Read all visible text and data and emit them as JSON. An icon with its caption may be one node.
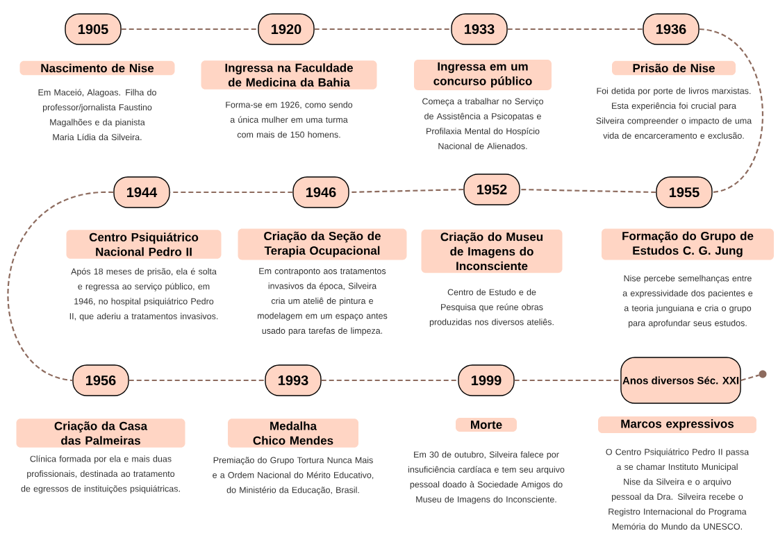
{
  "diagram": {
    "nodes": [
      {
        "text": [
          "1905"
        ]
      },
      {
        "text": [
          "1920"
        ]
      },
      {
        "text": [
          "1933"
        ]
      },
      {
        "text": [
          "1936"
        ]
      },
      {
        "text": [
          "Nascimento de Nise"
        ],
        "beside": [
          "Em Maceió, Alagoas. Filha do professor/jornalista Faustino Magalhões e da pianista Maria Lídia da Silveira."
        ]
      },
      {
        "text": [
          "Ingressa na Faculdade de Medicina da Bahia"
        ],
        "beside": [
          "Forma-se em 1926, como sendo a única mulher em uma turma com mais de 150 homens."
        ]
      },
      {
        "text": [
          "Ingressa em um concurso público"
        ],
        "beside": [
          "Começa a trabalhar no Serviço de Assistência a Psicopatas e Profilaxia Mental do Hospício Nacional de Alienados."
        ]
      },
      {
        "text": [
          "Prisão de Nise"
        ],
        "beside": [
          "Foi detida por porte de livros marxistas. Esta experiência foi crucial para Silveira compreender o impacto de uma vida de encarceramento e exclusão."
        ]
      },
      {
        "text": [
          "1944"
        ]
      },
      {
        "text": [
          "1946"
        ]
      },
      {
        "text": [
          "1952"
        ]
      },
      {
        "text": [
          "1955"
        ]
      },
      {
        "text": [
          "Centro Psiquiátrico Nacional Pedro II"
        ],
        "beside": [
          "Após 18 meses de prisão, ela é solta e regressa ao serviço público, em 1946, no hospital psiquiátrico Pedro II, que aderiu a tratamentos invasivos."
        ]
      },
      {
        "text": [
          "Criação da Seção de Terapia Ocupacional"
        ],
        "beside": [
          "Em contraponto aos tratamentos invasivos da época, Silveira cria um ateliê de pintura e modelagem em um espaço antes usado para tarefas de limpeza."
        ]
      },
      {
        "text": [
          "Criação do Museu de Imagens do Inconsciente"
        ],
        "beside": [
          "Centro de Estudo e de Pesquisa que reúne obras produzidas nos diversos ateliês."
        ]
      },
      {
        "text": [
          "Formação do Grupo de Estudos C. G. Jung"
        ],
        "beside": [
          "Nise percebe semelhanças entre a expressividade dos pacientes e a teoria junguiana e cria o grupo para aprofundar seus estudos."
        ]
      },
      {
        "text": [
          "1956"
        ]
      },
      {
        "text": [
          "1993"
        ]
      },
      {
        "text": [
          "1999"
        ]
      },
      {
        "text": [
          "Anos diversos Séc. XXI"
        ]
      },
      {
        "text": [
          "Criação da Casa das Palmeiras"
        ],
        "beside": [
          "Clínica formada por ela e mais duas profissionais, destinada ao tratamento de egressos de instituições psiquiátricas."
        ]
      },
      {
        "text": [
          "Medalha Chico Mendes"
        ],
        "beside": [
          "Premiação do Grupo Tortura Nunca Mais e a Ordem Nacional do Mérito Educativo, do Ministério da Educação, Brasil."
        ]
      },
      {
        "text": [
          "Morte"
        ],
        "beside": [
          "Em 30 de outubro, Silveira falece por insuficiência cardíaca e tem seu arquivo pessoal doado à Sociedade Amigos do Museu de Imagens do Inconsciente."
        ]
      },
      {
        "text": [
          "Marcos expressivos"
        ],
        "beside": [
          "O Centro Psiquiátrico Pedro II passa a se chamar Instituto Municipal Nise da Silveira e o arquivo pessoal da Dra. Silveira recebe o Registro Internacional do Programa Memória do Mundo da UNESCO."
        ]
      },
      {
        "text": [],
        "shape": "circle"
      }
    ],
    "edges": [
      {
        "from": 0,
        "to": 1,
        "arrow": "none",
        "style": "dashed"
      },
      {
        "from": 1,
        "to": 2,
        "arrow": "none",
        "style": "dashed"
      },
      {
        "from": 2,
        "to": 3,
        "arrow": "none",
        "style": "dashed"
      },
      {
        "from": 3,
        "to": 11,
        "arrow": "none",
        "style": "dashed"
      },
      {
        "from": 11,
        "to": 10,
        "arrow": "none",
        "style": "dashed"
      },
      {
        "from": 10,
        "to": 9,
        "arrow": "none",
        "style": "dashed"
      },
      {
        "from": 9,
        "to": 8,
        "arrow": "none",
        "style": "dashed"
      },
      {
        "from": 8,
        "to": 16,
        "arrow": "none",
        "style": "dashed"
      },
      {
        "from": 16,
        "to": 17,
        "arrow": "none",
        "style": "dashed"
      },
      {
        "from": 17,
        "to": 18,
        "arrow": "none",
        "style": "dashed"
      },
      {
        "from": 18,
        "to": 19,
        "arrow": "none",
        "style": "dashed"
      },
      {
        "from": 19,
        "to": 24,
        "arrow": "none",
        "style": "dashed"
      }
    ]
  }
}
